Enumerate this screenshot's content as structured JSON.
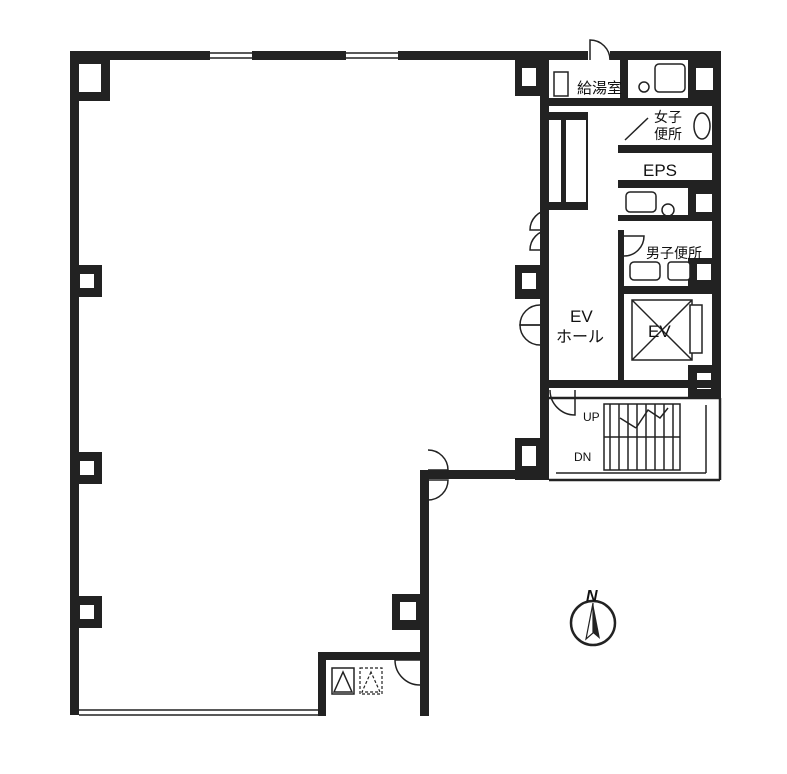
{
  "rooms": {
    "kitchenette": "給湯室",
    "womens_toilet_line1": "女子",
    "womens_toilet_line2": "便所",
    "eps": "EPS",
    "mens_toilet": "男子便所",
    "ev_hall_line1": "EV",
    "ev_hall_line2": "ホール",
    "elevator": "EV"
  },
  "stairs": {
    "up": "UP",
    "down": "DN"
  },
  "compass": {
    "north": "N"
  },
  "colors": {
    "wall": "#222222",
    "background": "#ffffff"
  }
}
